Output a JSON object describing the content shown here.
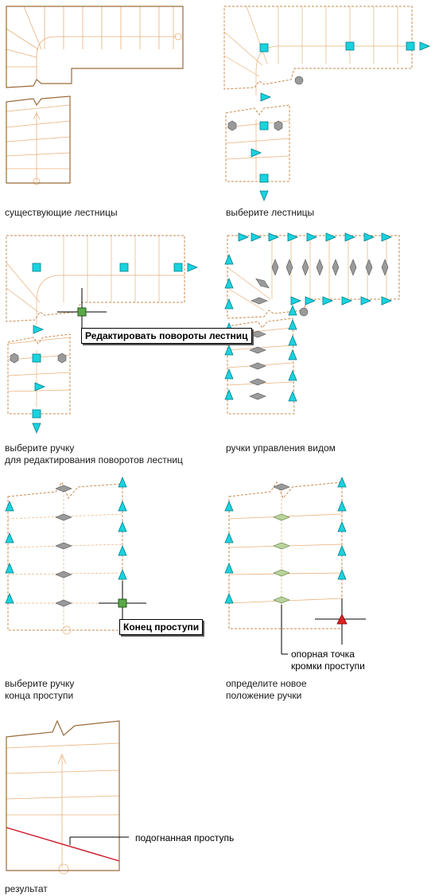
{
  "panels": {
    "p1": {
      "caption": "существующие лестницы"
    },
    "p2": {
      "caption": "выберите лестницы"
    },
    "p3": {
      "caption_line1": "выберите ручку",
      "caption_line2": "для редактирования поворотов лестниц",
      "tooltip": "Редактировать повороты лестниц"
    },
    "p4": {
      "caption": "ручки управления видом"
    },
    "p5": {
      "caption_line1": "выберите ручку",
      "caption_line2": "конца проступи",
      "tooltip": "Конец проступи"
    },
    "p6": {
      "caption_line1": "определите новое",
      "caption_line2": "положение ручки",
      "callout_line1": "опорная точка",
      "callout_line2": "кромки проступи"
    },
    "p7": {
      "caption": "результат",
      "callout": "подогнанная проступь"
    }
  },
  "colors": {
    "stair_solid": "#9c6a3a",
    "stair_dashed": "#c98a4e",
    "tread": "#e8b07a",
    "grip_cyan": "#19d3df",
    "grip_gray": "#9a9a9a",
    "grip_green": "#5aa84a",
    "grip_red": "#e02020",
    "fitted_tread": "#cc1122"
  }
}
